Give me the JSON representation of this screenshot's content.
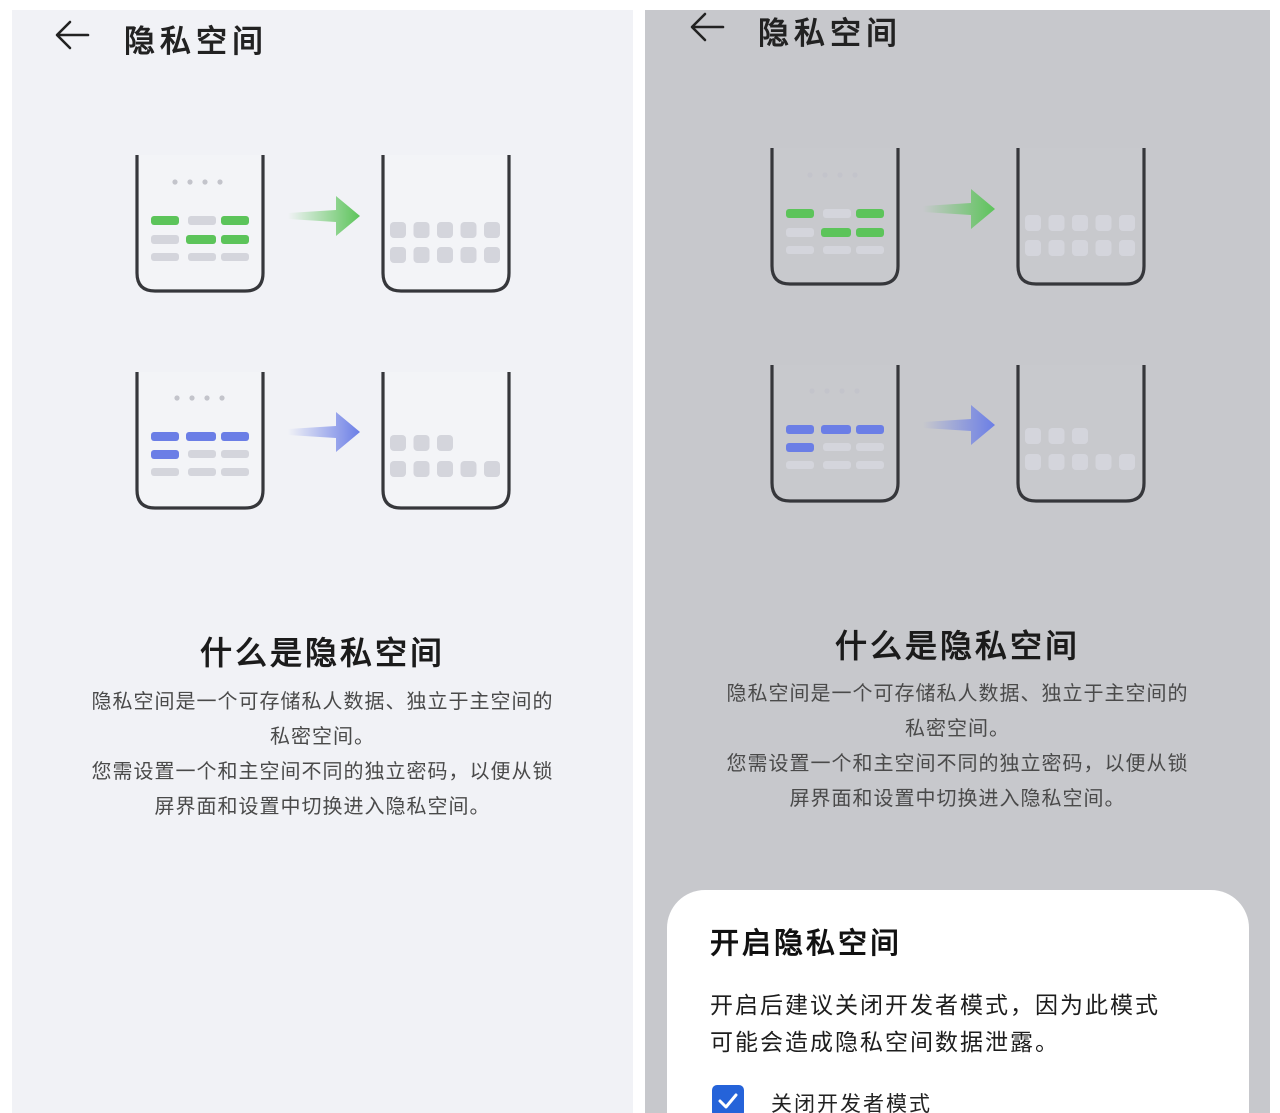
{
  "left": {
    "header": {
      "title": "隐私空间"
    },
    "intro": {
      "heading": "什么是隐私空间",
      "description_lines": [
        "隐私空间是一个可存储私人数据、独立于主空间的",
        "私密空间。",
        "您需设置一个和主空间不同的独立密码，以便从锁",
        "屏界面和设置中切换进入隐私空间。"
      ]
    }
  },
  "right": {
    "header": {
      "title": "隐私空间"
    },
    "intro": {
      "heading": "什么是隐私空间",
      "description_lines": [
        "隐私空间是一个可存储私人数据、独立于主空间的",
        "私密空间。",
        "您需设置一个和主空间不同的独立密码，以便从锁",
        "屏界面和设置中切换进入隐私空间。"
      ]
    },
    "dialog": {
      "title": "开启隐私空间",
      "message_lines": [
        "开启后建议关闭开发者模式，因为此模式",
        "可能会造成隐私空间数据泄露。"
      ],
      "checkbox": {
        "label": "关闭开发者模式",
        "checked": true
      }
    }
  },
  "colors": {
    "accent_green": "#5cc45a",
    "accent_blue": "#6b7ee6",
    "checkbox_blue": "#2563d9",
    "placeholder_gray": "#d4d5dc"
  },
  "icons": [
    "back-arrow-icon",
    "arrow-right-icon",
    "checkmark-icon"
  ]
}
